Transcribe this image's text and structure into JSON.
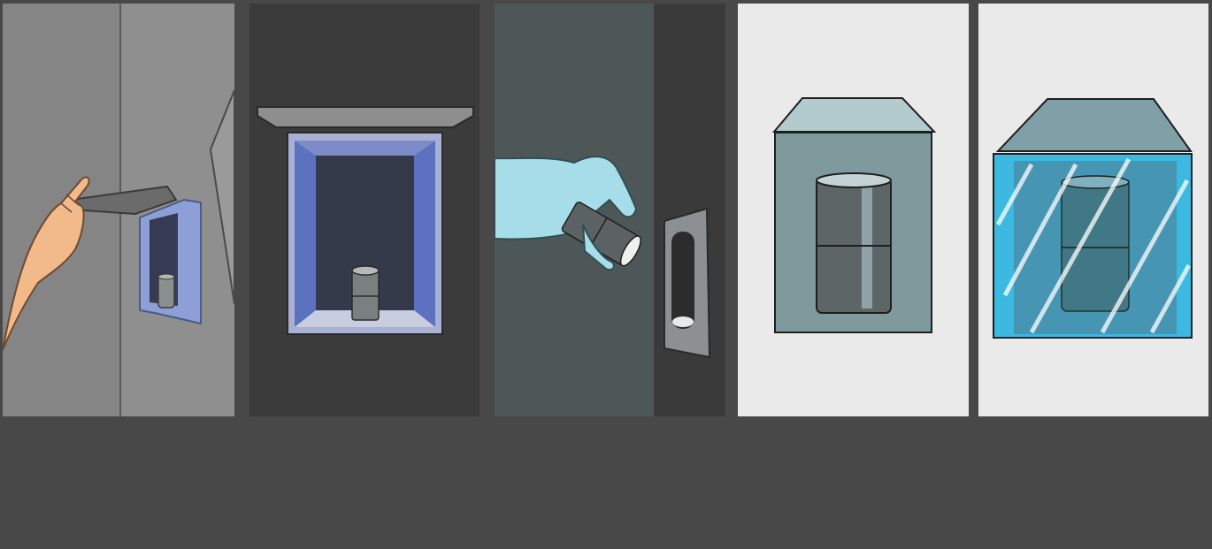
{
  "panels": [
    {
      "id": "panel-1",
      "depicts": "hand-opening-wall-compartment"
    },
    {
      "id": "panel-2",
      "depicts": "open-compartment-with-canister"
    },
    {
      "id": "panel-3",
      "depicts": "gloved-hand-holding-canister"
    },
    {
      "id": "panel-4",
      "depicts": "housing-with-stacked-canisters"
    },
    {
      "id": "panel-5",
      "depicts": "housing-with-glass-shield"
    }
  ],
  "colors": {
    "background": "#484848",
    "wall_grey": "#8a8a8a",
    "dark_grey": "#3b3b3b",
    "frame_blue": "#7b8fcf",
    "glove_blue": "#a7dde8",
    "skin": "#f2b98a",
    "light_bg": "#eaeaea",
    "housing_teal": "#7f9a9c",
    "glass_cyan": "#3bb9e0"
  }
}
